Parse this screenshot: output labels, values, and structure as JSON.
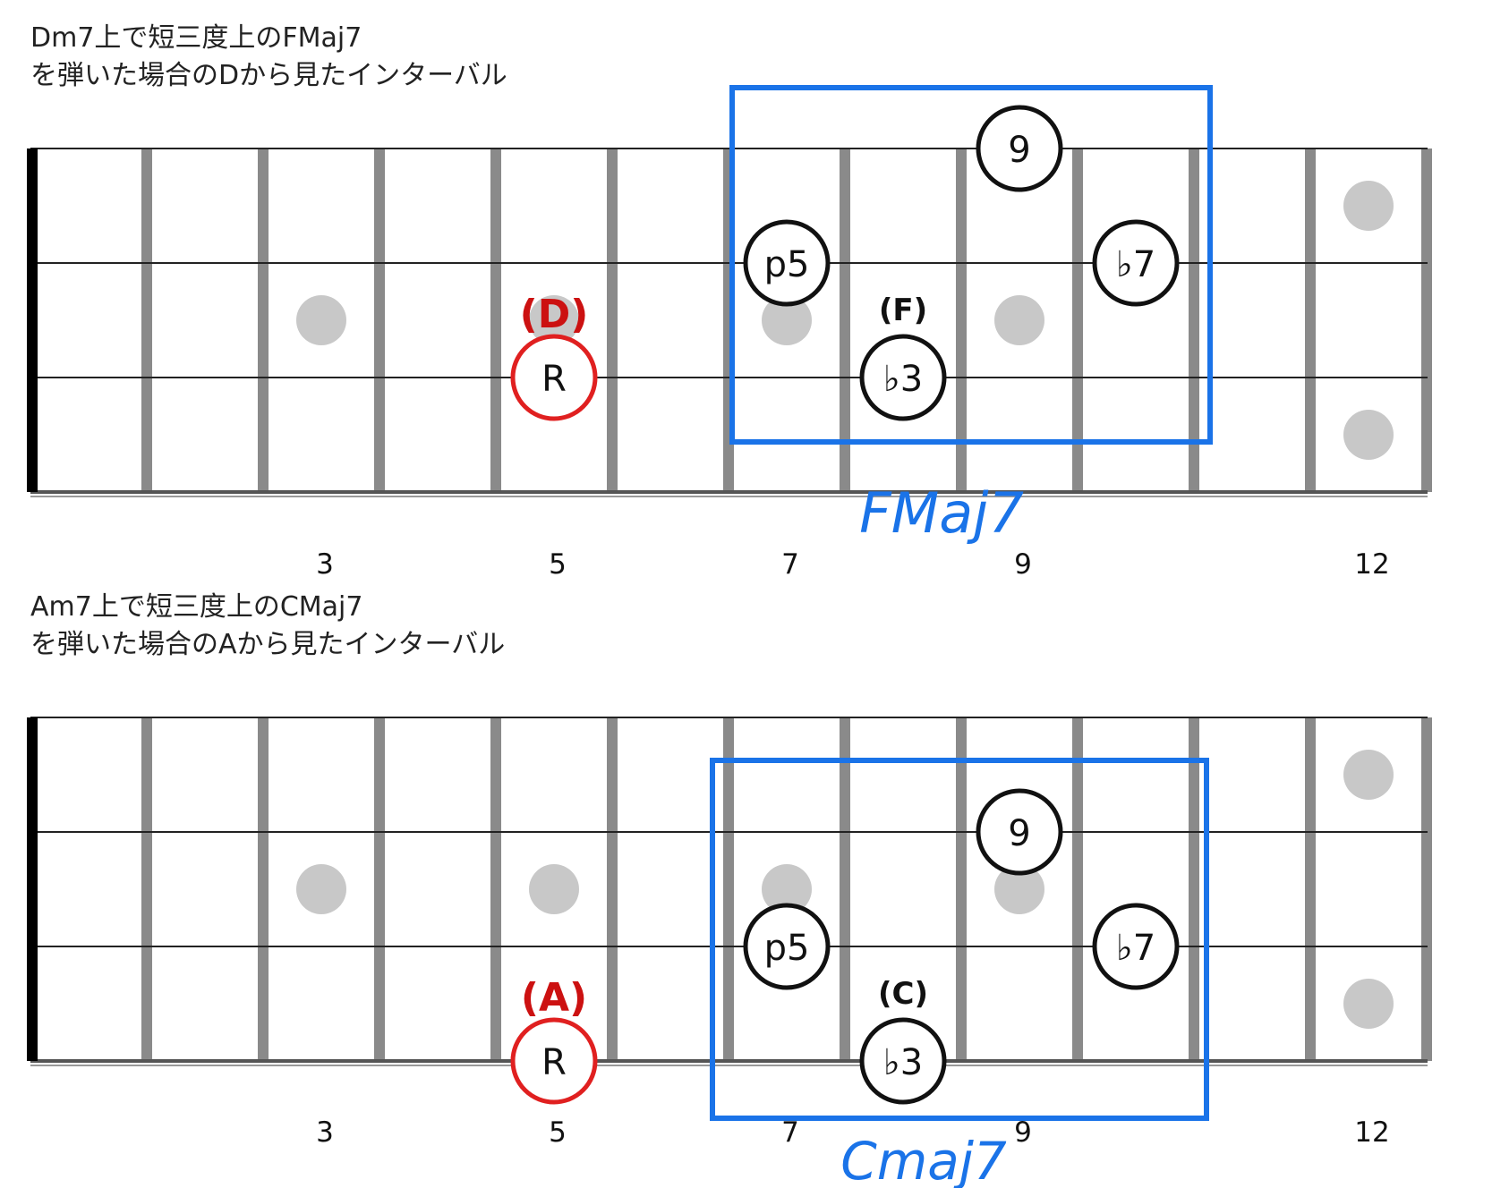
{
  "colors": {
    "fret": "#8a8a8a",
    "string": "#222222",
    "nut": "#000000",
    "inlay": "#c8c8c8",
    "note_stroke": "#111111",
    "root_stroke": "#e02020",
    "root_text": "#111111",
    "box": "#1a73e8",
    "red_label": "#cc1111"
  },
  "diagrams": [
    {
      "caption_line1": "Dm7上で短三度上のFMaj7",
      "caption_line2": "を弾いた場合のDから見たインターバル",
      "fret_numbers": [
        "3",
        "5",
        "7",
        "9",
        "12"
      ],
      "notes": [
        {
          "label": "R",
          "fret": 5,
          "string": 3,
          "root": true
        },
        {
          "label": "p5",
          "fret": 7,
          "string": 2,
          "root": false
        },
        {
          "label": "♭3",
          "fret": 8,
          "string": 3,
          "root": false
        },
        {
          "label": "9",
          "fret": 9,
          "string": 1,
          "root": false
        },
        {
          "label": "♭7",
          "fret": 10,
          "string": 2,
          "root": false
        }
      ],
      "annotations": [
        {
          "text": "(D)",
          "color": "red",
          "fret": 5,
          "above_string": 3
        },
        {
          "text": "(F)",
          "color": "black",
          "fret": 8,
          "above_string": 3
        }
      ],
      "box_label": "FMaj7"
    },
    {
      "caption_line1": "Am7上で短三度上のCMaj7",
      "caption_line2": "を弾いた場合のAから見たインターバル",
      "fret_numbers": [
        "3",
        "5",
        "7",
        "9",
        "12"
      ],
      "notes": [
        {
          "label": "R",
          "fret": 5,
          "string": 4,
          "root": true
        },
        {
          "label": "p5",
          "fret": 7,
          "string": 3,
          "root": false
        },
        {
          "label": "♭3",
          "fret": 8,
          "string": 4,
          "root": false
        },
        {
          "label": "9",
          "fret": 9,
          "string": 2,
          "root": false
        },
        {
          "label": "♭7",
          "fret": 10,
          "string": 3,
          "root": false
        }
      ],
      "annotations": [
        {
          "text": "(A)",
          "color": "red",
          "fret": 5,
          "above_string": 4
        },
        {
          "text": "(C)",
          "color": "black",
          "fret": 8,
          "above_string": 4
        }
      ],
      "box_label": "Cmaj7"
    }
  ]
}
